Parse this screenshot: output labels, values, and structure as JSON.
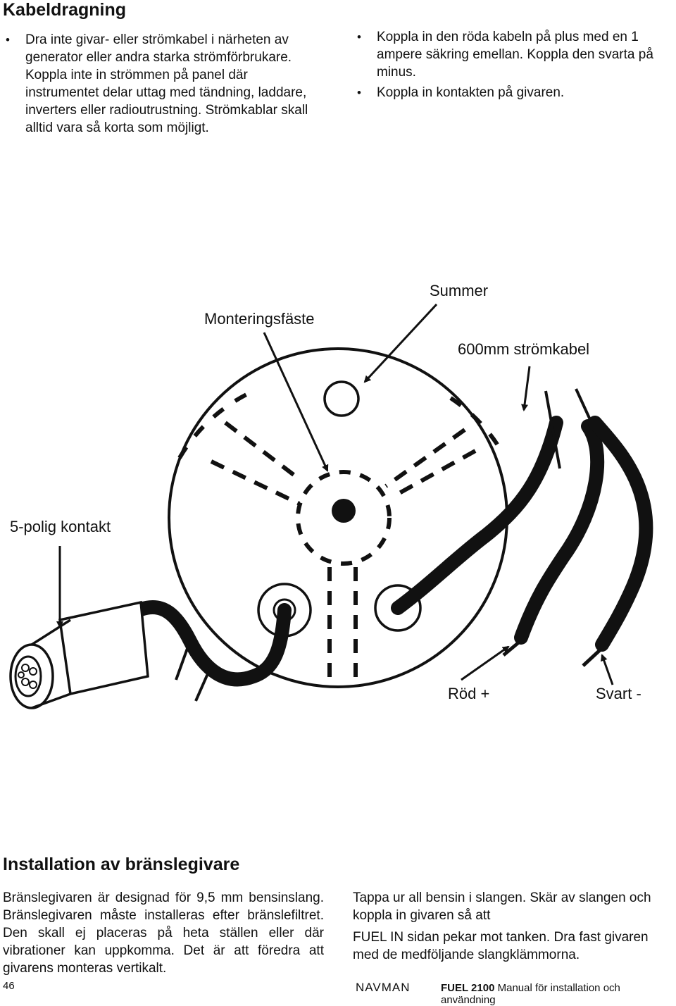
{
  "section1": {
    "title": "Kabeldragning",
    "left_bullets": [
      "Dra inte givar- eller strömkabel i närheten av generator eller andra starka strömförbrukare. Koppla inte in strömmen på panel där instrumentet delar uttag med tändning, laddare, inverters eller radioutrustning. Strömkablar skall alltid vara så korta som möjligt."
    ],
    "right_bullets": [
      "Koppla in den röda kabeln på plus med en 1 ampere säkring emellan. Koppla den svarta på minus.",
      "Koppla in kontakten på givaren."
    ]
  },
  "diagram": {
    "labels": {
      "mounting": "Monteringsfäste",
      "buzzer": "Summer",
      "power_cable": "600mm strömkabel",
      "connector": "5-polig kontakt",
      "red": "Röd +",
      "black": "Svart -"
    }
  },
  "section2": {
    "title": "Installation av bränslegivare",
    "left_text": "Bränslegivaren är designad för 9,5 mm bensinslang. Bränslegivaren måste installeras efter bränslefiltret. Den skall ej placeras på heta ställen eller där vibrationer kan uppkomma. Det är att föredra att givarens monteras vertikalt.",
    "right_text_1": "Tappa ur all bensin i slangen. Skär av slangen och koppla in givaren så att",
    "right_text_2": "FUEL IN sidan pekar mot tanken. Dra fast givaren med de medföljande slangklämmorna."
  },
  "footer": {
    "page_number": "46",
    "brand": "NAVMAN",
    "product": "FUEL 2100",
    "manual": "Manual för installation och användning"
  }
}
